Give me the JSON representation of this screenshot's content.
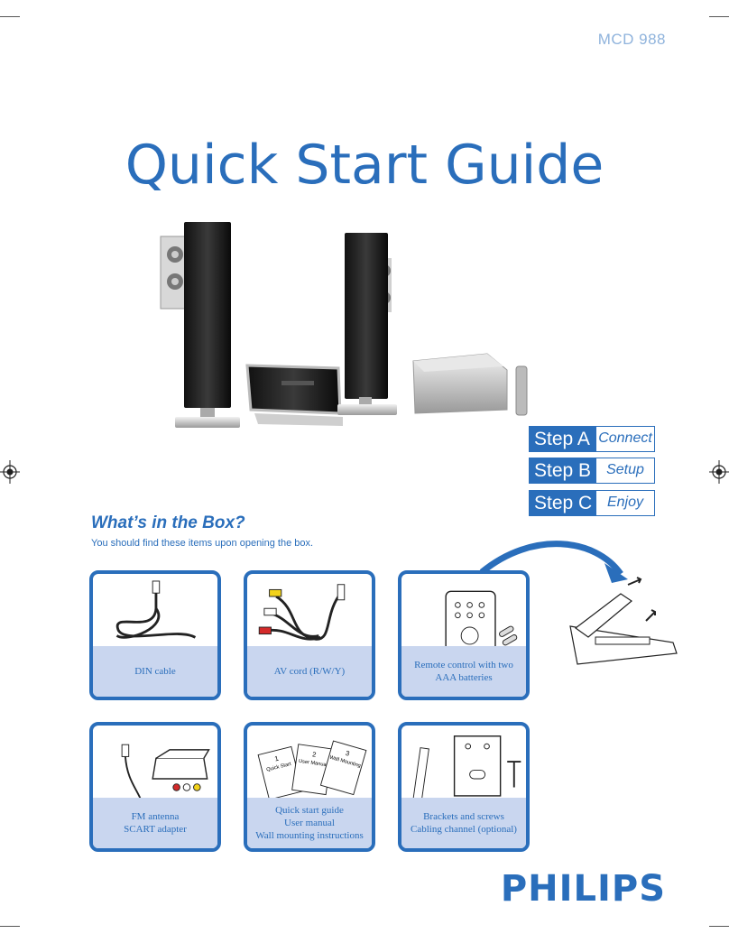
{
  "model": "MCD 988",
  "title": "Quick Start Guide",
  "steps": [
    {
      "label": "Step A",
      "value": "Connect"
    },
    {
      "label": "Step B",
      "value": "Setup"
    },
    {
      "label": "Step C",
      "value": "Enjoy"
    }
  ],
  "box": {
    "heading": "What’s in the Box?",
    "subtitle": "You should find these items upon opening the box."
  },
  "items": [
    {
      "lines": [
        "DIN cable"
      ]
    },
    {
      "lines": [
        "AV cord (R/W/Y)"
      ]
    },
    {
      "lines": [
        "Remote control with two",
        "AAA batteries"
      ]
    },
    {
      "lines": [
        "FM antenna",
        "SCART adapter"
      ]
    },
    {
      "lines": [
        "Quick start guide",
        "User manual",
        "Wall mounting instructions"
      ]
    },
    {
      "lines": [
        "Brackets and screws",
        "Cabling channel (optional)"
      ]
    }
  ],
  "manuals": {
    "qs": "Quick Start",
    "um": "User Manual",
    "wm": "Wall Mounting",
    "n1": "1",
    "n2": "2",
    "n3": "3"
  },
  "brand": "PHILIPS",
  "colors": {
    "accent": "#2a6ebb",
    "caption_bg": "#c9d6ef"
  }
}
